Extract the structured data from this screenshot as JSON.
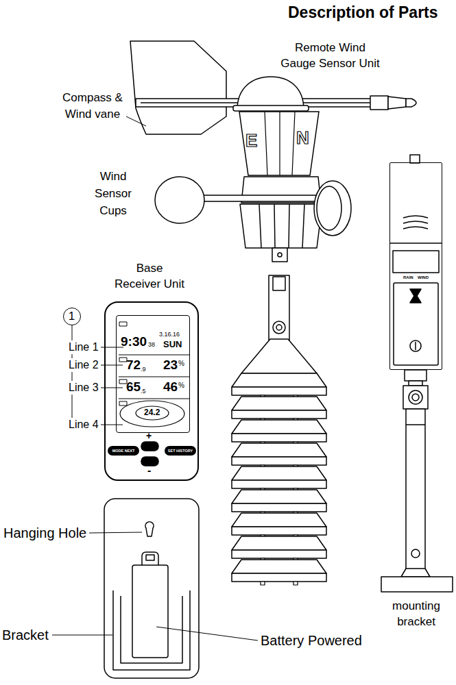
{
  "diagram": {
    "title": "Description of Parts",
    "nodes": [
      {
        "text": [
          "E",
          "N"
        ]
      },
      {
        "text": [
          "RAIN",
          "WIND"
        ]
      },
      {
        "text": [
          "Base Receiver Unit"
        ]
      },
      {
        "text": [
          "9:30",
          "38",
          "3.16.16",
          "SUN",
          "72",
          ".9",
          "23",
          "%",
          "65",
          ".5",
          "46",
          "%",
          "24.2"
        ],
        "in": 2
      },
      {
        "text": [
          "MODE NEXT"
        ],
        "in": 2
      },
      {
        "text": [
          "SET HISTORY"
        ],
        "in": 2
      },
      {
        "text": [
          "1"
        ]
      }
    ],
    "labels": [
      "Remote Wind Gauge Sensor Unit",
      "Compass & Wind vane",
      "Wind Sensor Cups",
      "Line 1",
      "Line 2",
      "Line 3",
      "Line 4",
      "+",
      "-",
      "Hanging Hole",
      "Bracket",
      "Battery Powered",
      "mounting bracket"
    ]
  }
}
